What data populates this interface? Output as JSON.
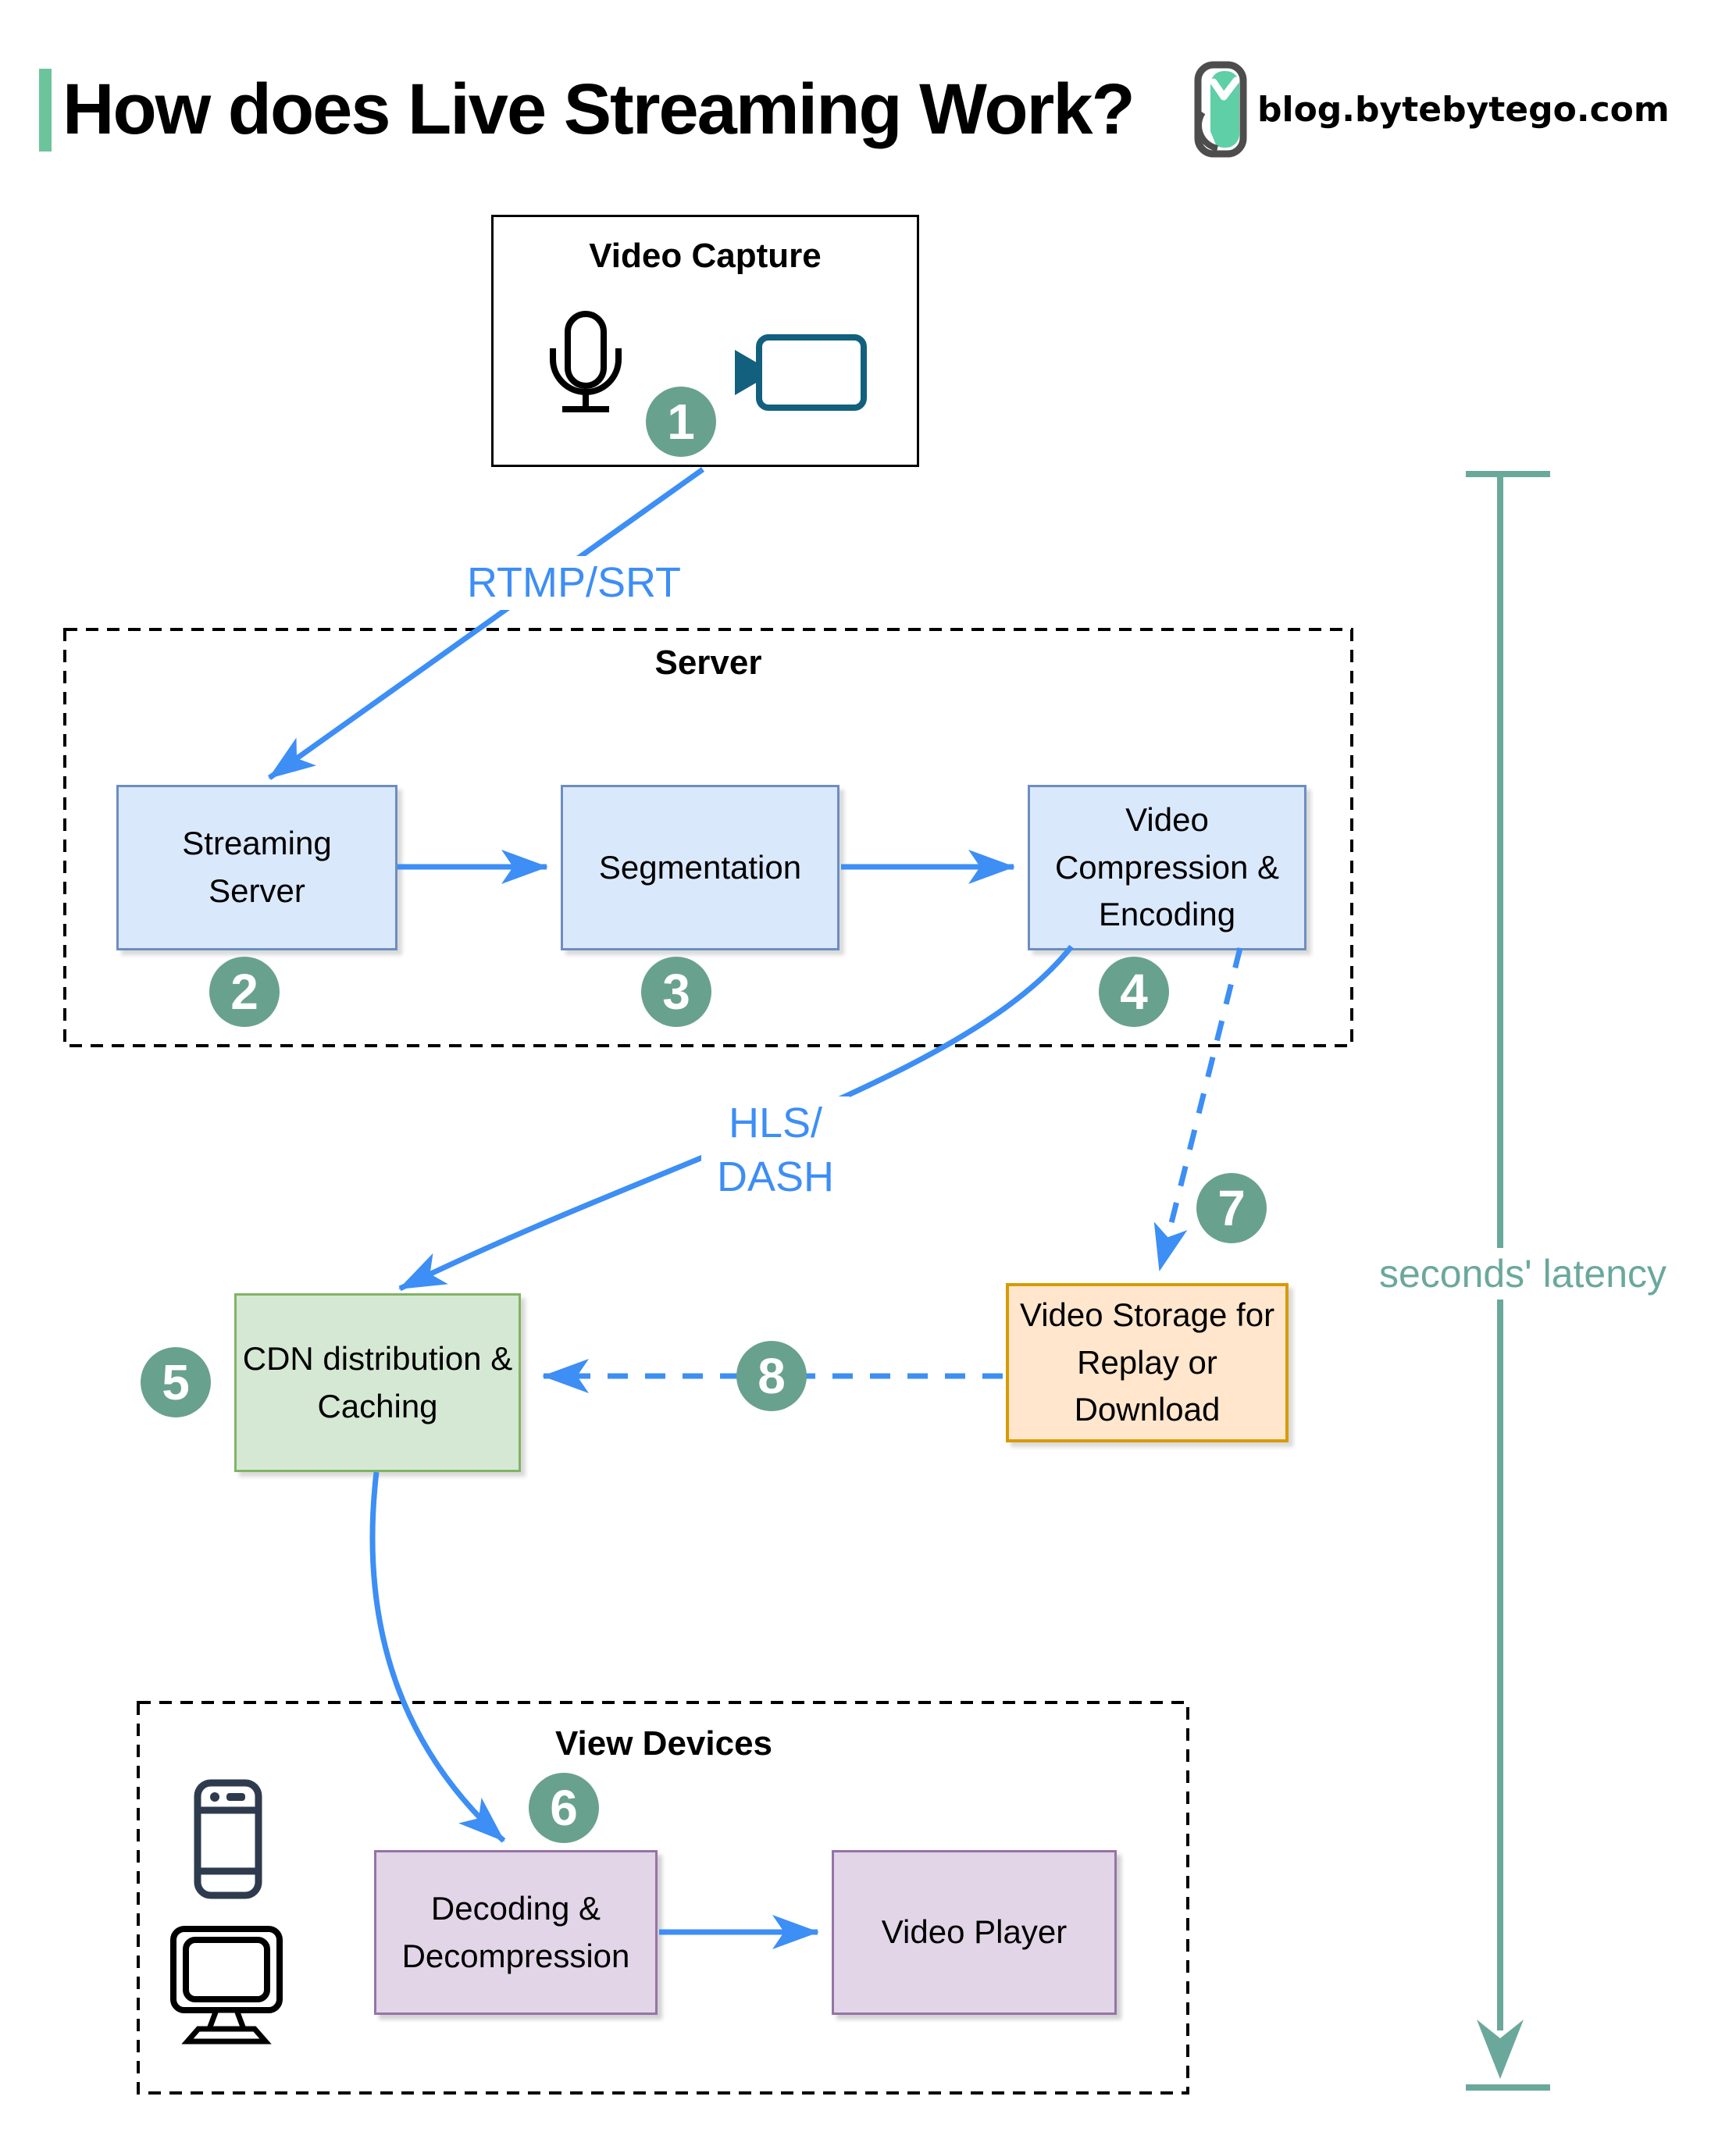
{
  "header": {
    "title": "How does Live Streaming Work?",
    "brand": "blog.bytebytego.com"
  },
  "sections": {
    "server": "Server",
    "view_devices": "View Devices"
  },
  "nodes": {
    "video_capture": "Video Capture",
    "streaming_server": "Streaming Server",
    "segmentation": "Segmentation",
    "video_compression": "Video Compression & Encoding",
    "cdn": "CDN distribution & Caching",
    "video_storage": "Video Storage for Replay or Download",
    "decoding": "Decoding & Decompression",
    "video_player": "Video Player"
  },
  "edge_labels": {
    "rtmp": "RTMP/SRT",
    "hls_1": "HLS/",
    "hls_2": "DASH",
    "latency": "seconds' latency"
  },
  "steps": [
    "1",
    "2",
    "3",
    "4",
    "5",
    "6",
    "7",
    "8"
  ],
  "icons": [
    "microphone-icon",
    "video-camera-icon",
    "smartphone-icon",
    "monitor-icon",
    "bytebytego-logo-icon"
  ],
  "colors": {
    "blue": "#3d8ef5",
    "accent": "#6cc49c",
    "teal": "#6ba89c",
    "circle": "#69a18f",
    "blue_fill": "#dae8fc",
    "blue_stroke": "#6c8ebf",
    "green_fill": "#d5e8d4",
    "green_stroke": "#82b366",
    "orange_fill": "#ffe6cc",
    "orange_stroke": "#d79b00",
    "purple_fill": "#e1d5e7",
    "purple_stroke": "#9673a6"
  }
}
